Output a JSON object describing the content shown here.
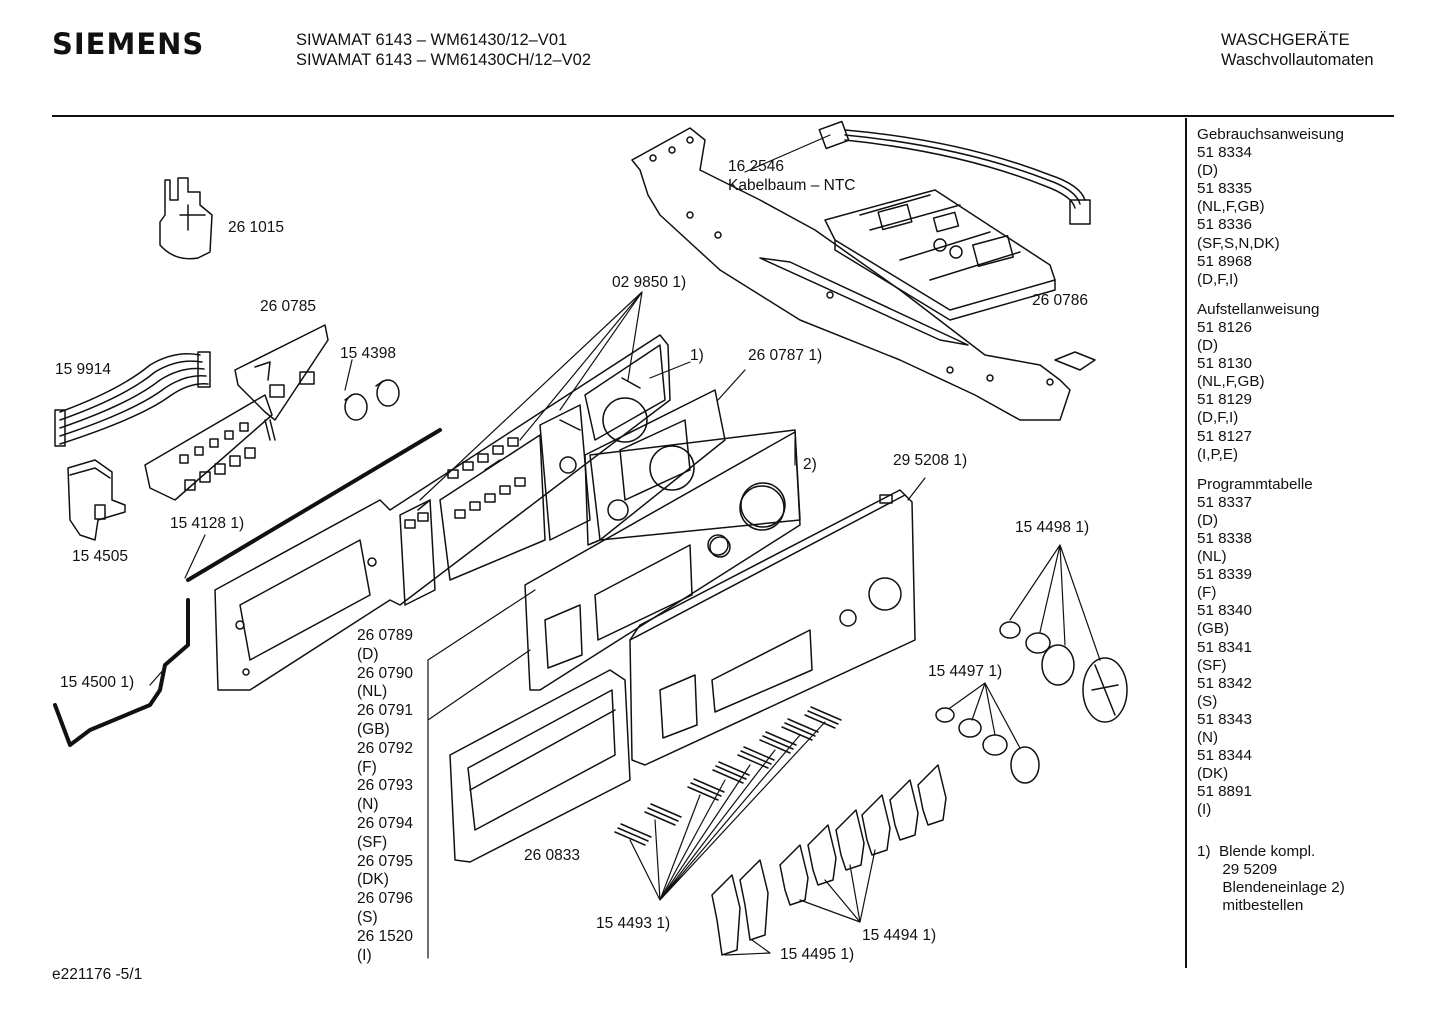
{
  "header": {
    "brand": "SIEMENS",
    "model_line_1": "SIWAMAT 6143 – WM61430/12–V01",
    "model_line_2": "SIWAMAT 6143 – WM61430CH/12–V02",
    "category_1": "WASCHGERÄTE",
    "category_2": "Waschvollautomaten"
  },
  "sidebar": {
    "groups": [
      {
        "title": "Gebrauchsanweisung",
        "lines": [
          "51 8334",
          "(D)",
          "51 8335",
          "(NL,F,GB)",
          "51 8336",
          "(SF,S,N,DK)",
          "51 8968",
          "(D,F,I)"
        ]
      },
      {
        "title": "Aufstellanweisung",
        "lines": [
          "51 8126",
          "(D)",
          "51 8130",
          "(NL,F,GB)",
          "51 8129",
          "(D,F,I)",
          "51 8127",
          "(I,P,E)"
        ]
      },
      {
        "title": "Programmtabelle",
        "lines": [
          "51 8337",
          "(D)",
          "51 8338",
          "(NL)",
          "51 8339",
          "(F)",
          "51 8340",
          "(GB)",
          "51 8341",
          "(SF)",
          "51 8342",
          "(S)",
          "51 8343",
          "(N)",
          "51 8344",
          "(DK)",
          "51 8891",
          "(I)"
        ]
      }
    ],
    "note_lines": [
      "1)  Blende kompl.",
      "      29 5209",
      "      Blendeneinlage 2)",
      "      mitbestellen"
    ]
  },
  "parts": {
    "p261015": "26 1015",
    "p162546": "16 2546",
    "p162546_desc": "Kabelbaum – NTC",
    "p260785": "26 0785",
    "p154398": "15 4398",
    "p159914": "15 9914",
    "p029850": "02 9850 1)",
    "p_footnote1": "1)",
    "p260787": "26 0787 1)",
    "p260786": "26 0786",
    "p_footnote2": "2)",
    "p295208": "29 5208 1)",
    "p154505": "15 4505",
    "p154128": "15 4128 1)",
    "p154498": "15 4498 1)",
    "p154500": "15 4500 1)",
    "p154497": "15 4497 1)",
    "p260833": "26 0833",
    "p154493": "15 4493 1)",
    "p154494": "15 4494 1)",
    "p154495": "15 4495 1)"
  },
  "variant_list": [
    "26 0789",
    "(D)",
    "26 0790",
    "(NL)",
    "26 0791",
    "(GB)",
    "26 0792",
    "(F)",
    "26 0793",
    "(N)",
    "26 0794",
    "(SF)",
    "26 0795",
    "(DK)",
    "26 0796",
    "(S)",
    "26 1520",
    "(I)"
  ],
  "footer": {
    "code": "e221176 -5/1"
  }
}
